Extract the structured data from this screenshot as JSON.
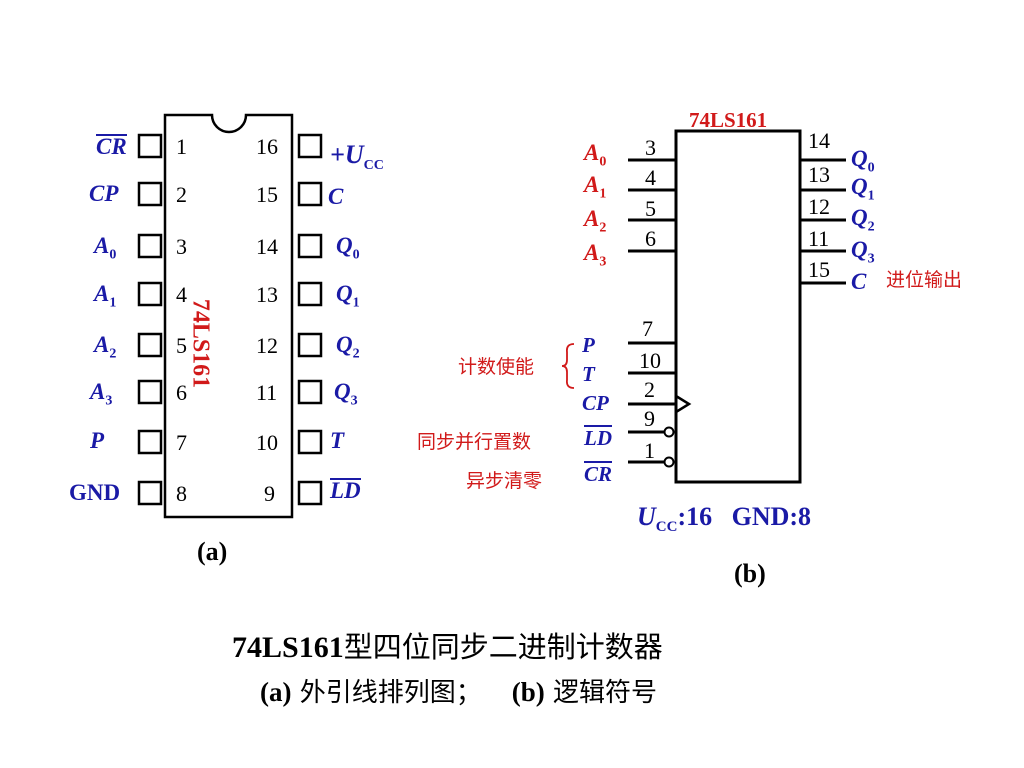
{
  "chip_name": "74LS161",
  "dip": {
    "caption": "(a)",
    "left_pins": [
      {
        "num": "1",
        "label": "CR",
        "sub": "",
        "overline": true
      },
      {
        "num": "2",
        "label": "CP",
        "sub": "",
        "overline": false
      },
      {
        "num": "3",
        "label": "A",
        "sub": "0",
        "overline": false
      },
      {
        "num": "4",
        "label": "A",
        "sub": "1",
        "overline": false
      },
      {
        "num": "5",
        "label": "A",
        "sub": "2",
        "overline": false
      },
      {
        "num": "6",
        "label": "A",
        "sub": "3",
        "overline": false
      },
      {
        "num": "7",
        "label": "P",
        "sub": "",
        "overline": false
      },
      {
        "num": "8",
        "label": "GND",
        "sub": "",
        "overline": false
      }
    ],
    "right_pins": [
      {
        "num": "16",
        "label": "+U",
        "sub": "CC",
        "overline": false
      },
      {
        "num": "15",
        "label": "C",
        "sub": "",
        "overline": false
      },
      {
        "num": "14",
        "label": "Q",
        "sub": "0",
        "overline": false
      },
      {
        "num": "13",
        "label": "Q",
        "sub": "1",
        "overline": false
      },
      {
        "num": "12",
        "label": "Q",
        "sub": "2",
        "overline": false
      },
      {
        "num": "11",
        "label": "Q",
        "sub": "3",
        "overline": false
      },
      {
        "num": "10",
        "label": "T",
        "sub": "",
        "overline": false
      },
      {
        "num": "9",
        "label": "LD",
        "sub": "",
        "overline": true
      }
    ]
  },
  "logic": {
    "caption": "(b)",
    "title": "74LS161",
    "inputs_top": [
      {
        "num": "3",
        "label": "A",
        "sub": "0"
      },
      {
        "num": "4",
        "label": "A",
        "sub": "1"
      },
      {
        "num": "5",
        "label": "A",
        "sub": "2"
      },
      {
        "num": "6",
        "label": "A",
        "sub": "3"
      }
    ],
    "outputs": [
      {
        "num": "14",
        "label": "Q",
        "sub": "0"
      },
      {
        "num": "13",
        "label": "Q",
        "sub": "1"
      },
      {
        "num": "12",
        "label": "Q",
        "sub": "2"
      },
      {
        "num": "11",
        "label": "Q",
        "sub": "3"
      },
      {
        "num": "15",
        "label": "C",
        "sub": ""
      }
    ],
    "inputs_bottom": [
      {
        "num": "7",
        "label": "P"
      },
      {
        "num": "10",
        "label": "T"
      },
      {
        "num": "2",
        "label": "CP"
      },
      {
        "num": "9",
        "label": "LD"
      },
      {
        "num": "1",
        "label": "CR"
      }
    ],
    "note_carry": "进位输出",
    "note_count_enable": "计数使能",
    "note_sync_load": "同步并行置数",
    "note_async_clear": "异步清零",
    "power_u": "U",
    "power_sub": "CC",
    "power_rest": ":16   GND:8"
  },
  "title": {
    "line1_bold": "74LS161",
    "line1_rest": "型四位同步二进制计数器",
    "line2_a": "(a)",
    "line2_a_text": " 外引线排列图；",
    "line2_b": "(b)",
    "line2_b_text": " 逻辑符号"
  },
  "colors": {
    "blue": "#1a1aa6",
    "red": "#d11a1a",
    "black": "#000000"
  }
}
